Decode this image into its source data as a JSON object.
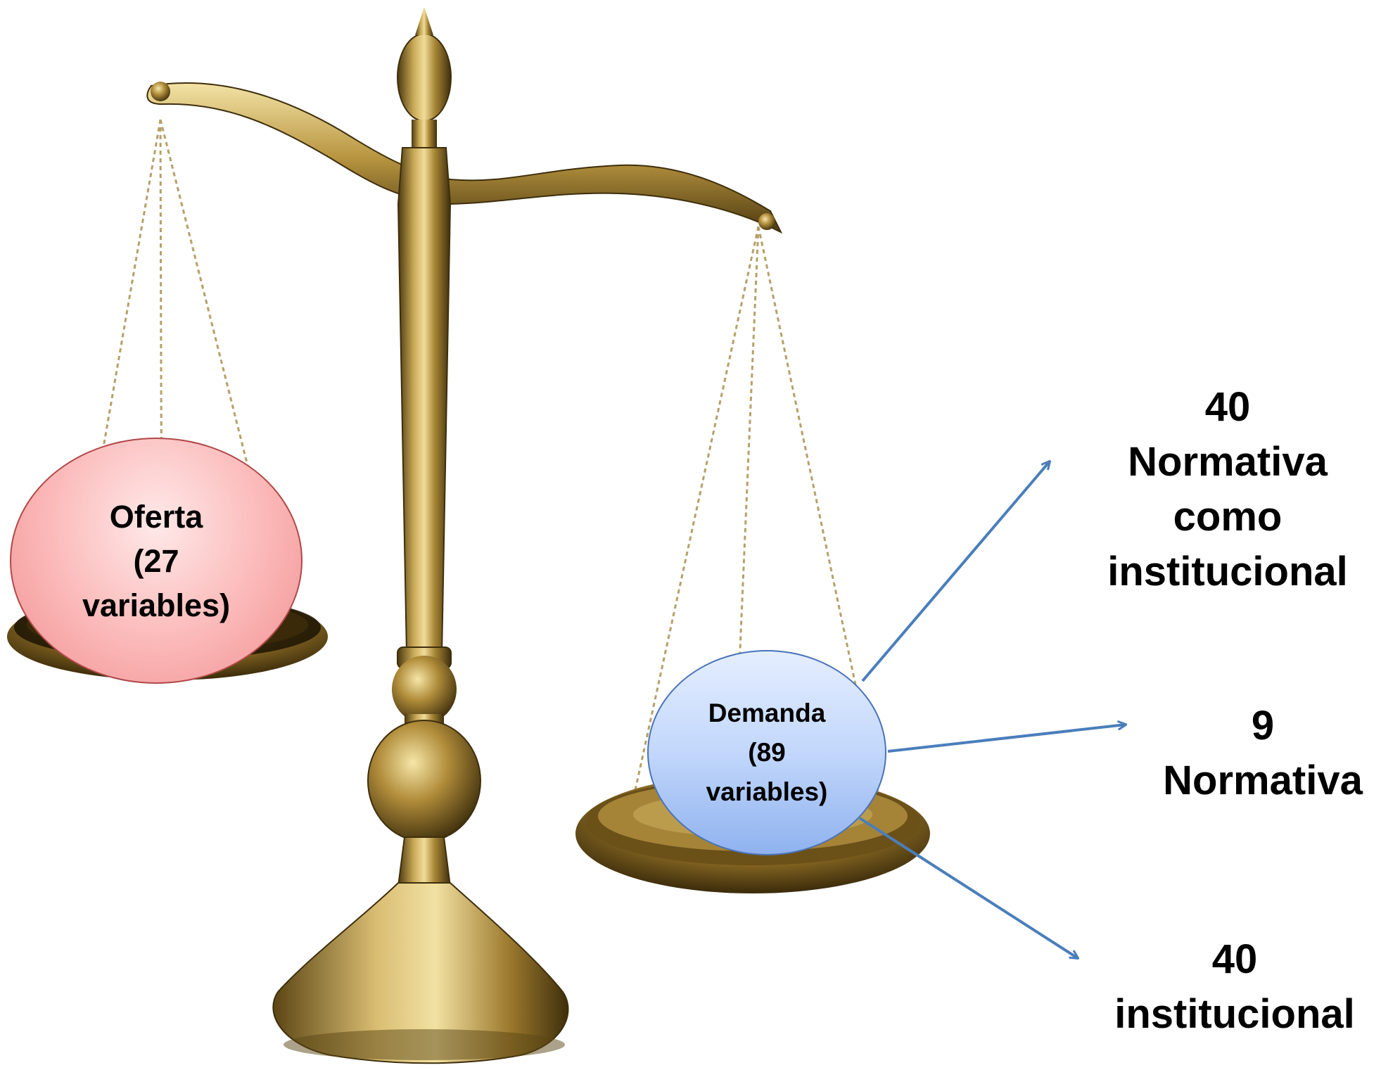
{
  "oferta": {
    "line1": "Oferta",
    "line2": "(27",
    "line3": "variables)"
  },
  "demanda": {
    "line1": "Demanda",
    "line2": "(89",
    "line3": "variables)"
  },
  "results": {
    "top": {
      "number": "40",
      "line1": "Normativa",
      "line2": "como",
      "line3": "institucional"
    },
    "middle": {
      "number": "9",
      "line1": "Normativa"
    },
    "bottom": {
      "number": "40",
      "line1": "institucional"
    }
  },
  "colors": {
    "arrow": "#4a7ebb",
    "brass_light": "#e8d28a",
    "brass_mid": "#b8953e",
    "brass_dark": "#5a4514",
    "oferta_fill": "#fbb7b7",
    "demanda_fill": "#c2d7fb"
  },
  "icons": {
    "scale": "balance-scale-icon"
  }
}
